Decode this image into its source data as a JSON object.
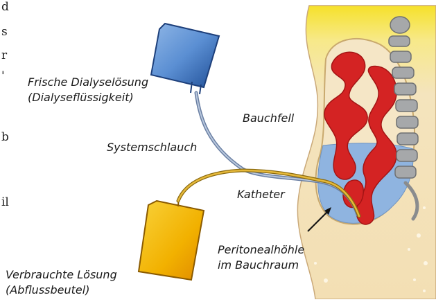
{
  "left_text_fragments": [
    "d",
    "s",
    "r",
    "'",
    "b",
    "il"
  ],
  "labels": {
    "fresh_line1": "Frische Dialyselösung",
    "fresh_line2": "(Dialyseflüssigkeit)",
    "peritoneum": "Bauchfell",
    "tube": "Systemschlauch",
    "catheter": "Katheter",
    "cavity_line1": "Peritonealhöhle",
    "cavity_line2": "im Bauchraum",
    "used_line1": "Verbrauchte Lösung",
    "used_line2": "(Abflussbeutel)"
  },
  "colors": {
    "fresh_bag": "#3f78c4",
    "used_bag": "#f2b600",
    "catheter_tube": "#d8a82a",
    "system_tube": "#7d93b5",
    "organs_red": "#d42323",
    "dialysate_blue": "#8fb4e0",
    "body_skin": "#f3dfb4",
    "spine_grey": "#a6a8aa"
  }
}
